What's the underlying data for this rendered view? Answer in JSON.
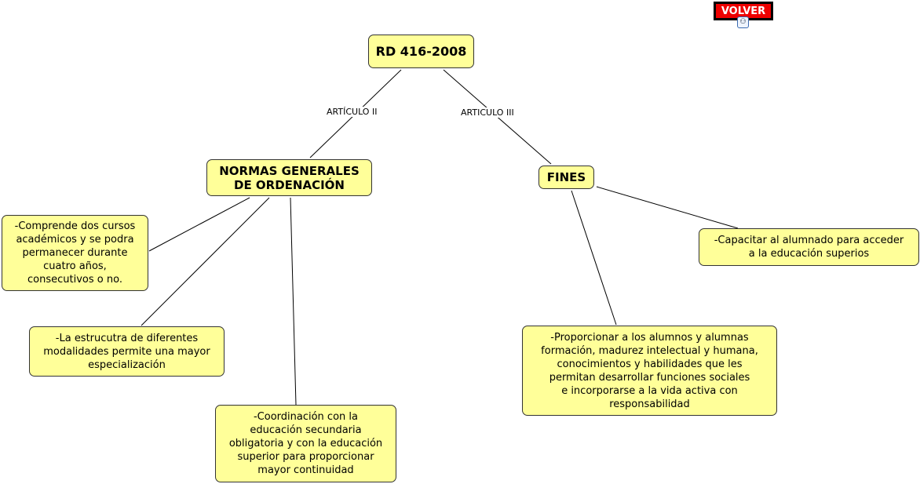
{
  "volver": {
    "label": "VOLVER",
    "icon": "concept-map-icon"
  },
  "nodes": {
    "root": "RD 416-2008",
    "normas": "NORMAS GENERALES\nDE ORDENACIÓN",
    "fines": "FINES",
    "c1": "-Comprende dos cursos\nacadémicos y se podra\npermanecer durante\ncuatro años,\nconsecutivos o no.",
    "c2": "-La estrucutra de diferentes\nmodalidades permite una mayor\nespecialización",
    "c3": "-Coordinación con la\neducación secundaria\nobligatoria y con la educación\nsuperior para proporcionar\nmayor continuidad",
    "f1": "-Capacitar al alumnado para acceder\na la educación superios",
    "f2": "-Proporcionar a los alumnos y alumnas\nformación, madurez intelectual y humana,\nconocimientos y habilidades que les\npermitan desarrollar funciones sociales\ne incorporarse a la vida activa con\nresponsabilidad"
  },
  "links": {
    "art2": "ARTÍCULO II",
    "art3": "ARTICULO III"
  },
  "colors": {
    "node": "#ffff99",
    "button": "#ee0000"
  }
}
